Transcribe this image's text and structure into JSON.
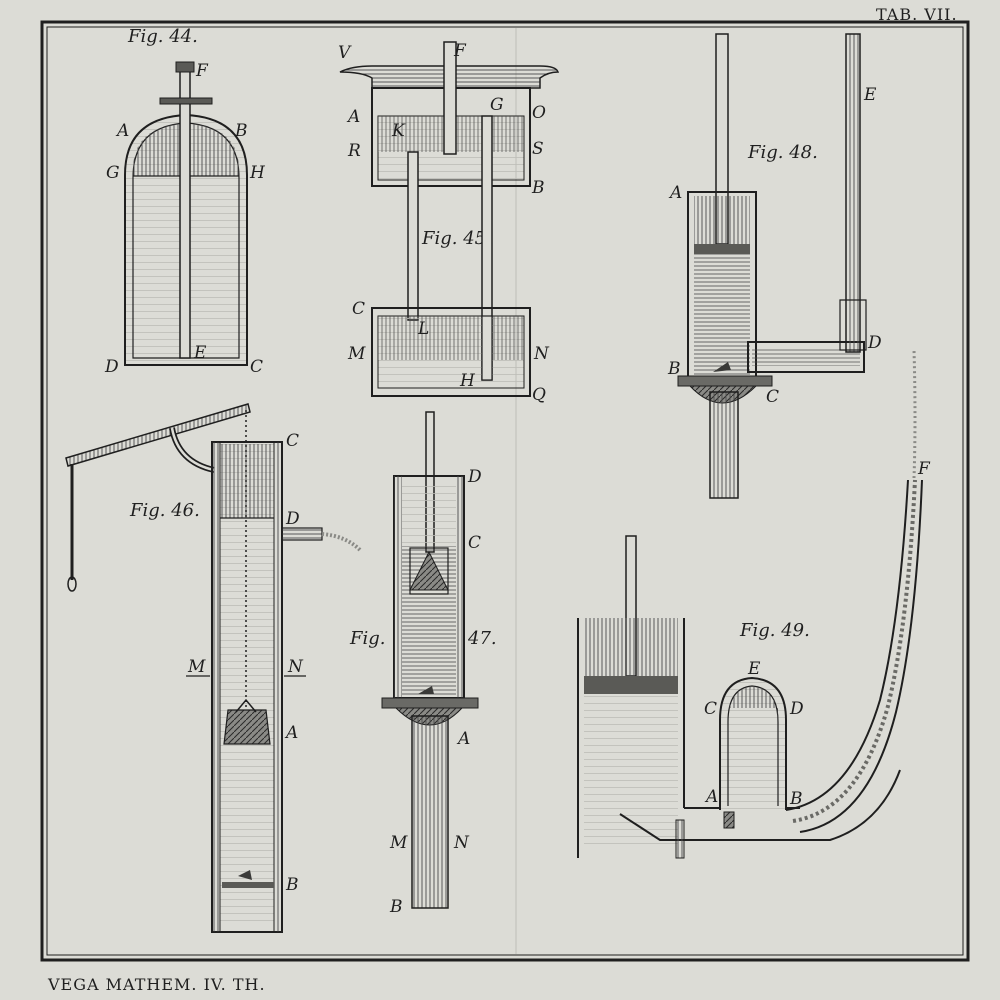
{
  "plate": {
    "number": "TAB. VII.",
    "footer": "VEGA MATHEM. IV. TH."
  },
  "colors": {
    "paper": "#dcdcd6",
    "ink": "#1f1f1f",
    "hatch": "#4a4a4a"
  },
  "figures": {
    "fig44": {
      "caption": "Fig. 44.",
      "labels": {
        "F": "F",
        "A": "A",
        "B": "B",
        "G": "G",
        "H": "H",
        "D": "D",
        "E": "E",
        "C": "C"
      }
    },
    "fig45": {
      "caption": "Fig. 45.",
      "labels": {
        "V": "V",
        "F": "F",
        "A": "A",
        "G": "G",
        "O": "O",
        "R": "R",
        "K": "K",
        "S": "S",
        "B": "B",
        "C": "C",
        "L": "L",
        "M": "M",
        "N": "N",
        "H": "H",
        "Q": "Q"
      }
    },
    "fig46": {
      "caption": "Fig. 46.",
      "labels": {
        "C": "C",
        "D": "D",
        "M": "M",
        "N": "N",
        "A": "A",
        "B": "B"
      }
    },
    "fig47": {
      "caption_left": "Fig.",
      "caption_right": "47.",
      "labels": {
        "D": "D",
        "C": "C",
        "A": "A",
        "M": "M",
        "N": "N",
        "B": "B"
      }
    },
    "fig48": {
      "caption": "Fig. 48.",
      "labels": {
        "E": "E",
        "A": "A",
        "D": "D",
        "B": "B",
        "C": "C"
      }
    },
    "fig49": {
      "caption": "Fig. 49.",
      "labels": {
        "E": "E",
        "C": "C",
        "D": "D",
        "A": "A",
        "B": "B",
        "F": "F"
      }
    }
  }
}
